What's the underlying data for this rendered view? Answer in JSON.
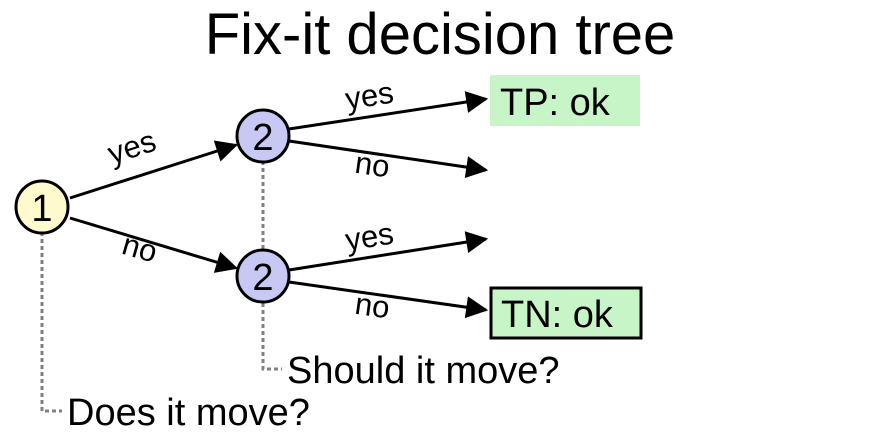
{
  "title": "Fix-it decision tree",
  "colors": {
    "node1_fill": "#fffacd",
    "node2_fill": "#c8c8f5",
    "result_fill": "#c8f5c8",
    "guide_line": "#808080",
    "ink": "#000000"
  },
  "nodes": {
    "root": "1",
    "upper": "2",
    "lower": "2"
  },
  "edges": {
    "root_yes": "yes",
    "root_no": "no",
    "upper_yes": "yes",
    "upper_no": "no",
    "lower_yes": "yes",
    "lower_no": "no"
  },
  "results": {
    "upper_yes": "TP: ok",
    "lower_no": "TN: ok"
  },
  "questions": {
    "node1": "Does it move?",
    "node2": "Should it move?"
  }
}
